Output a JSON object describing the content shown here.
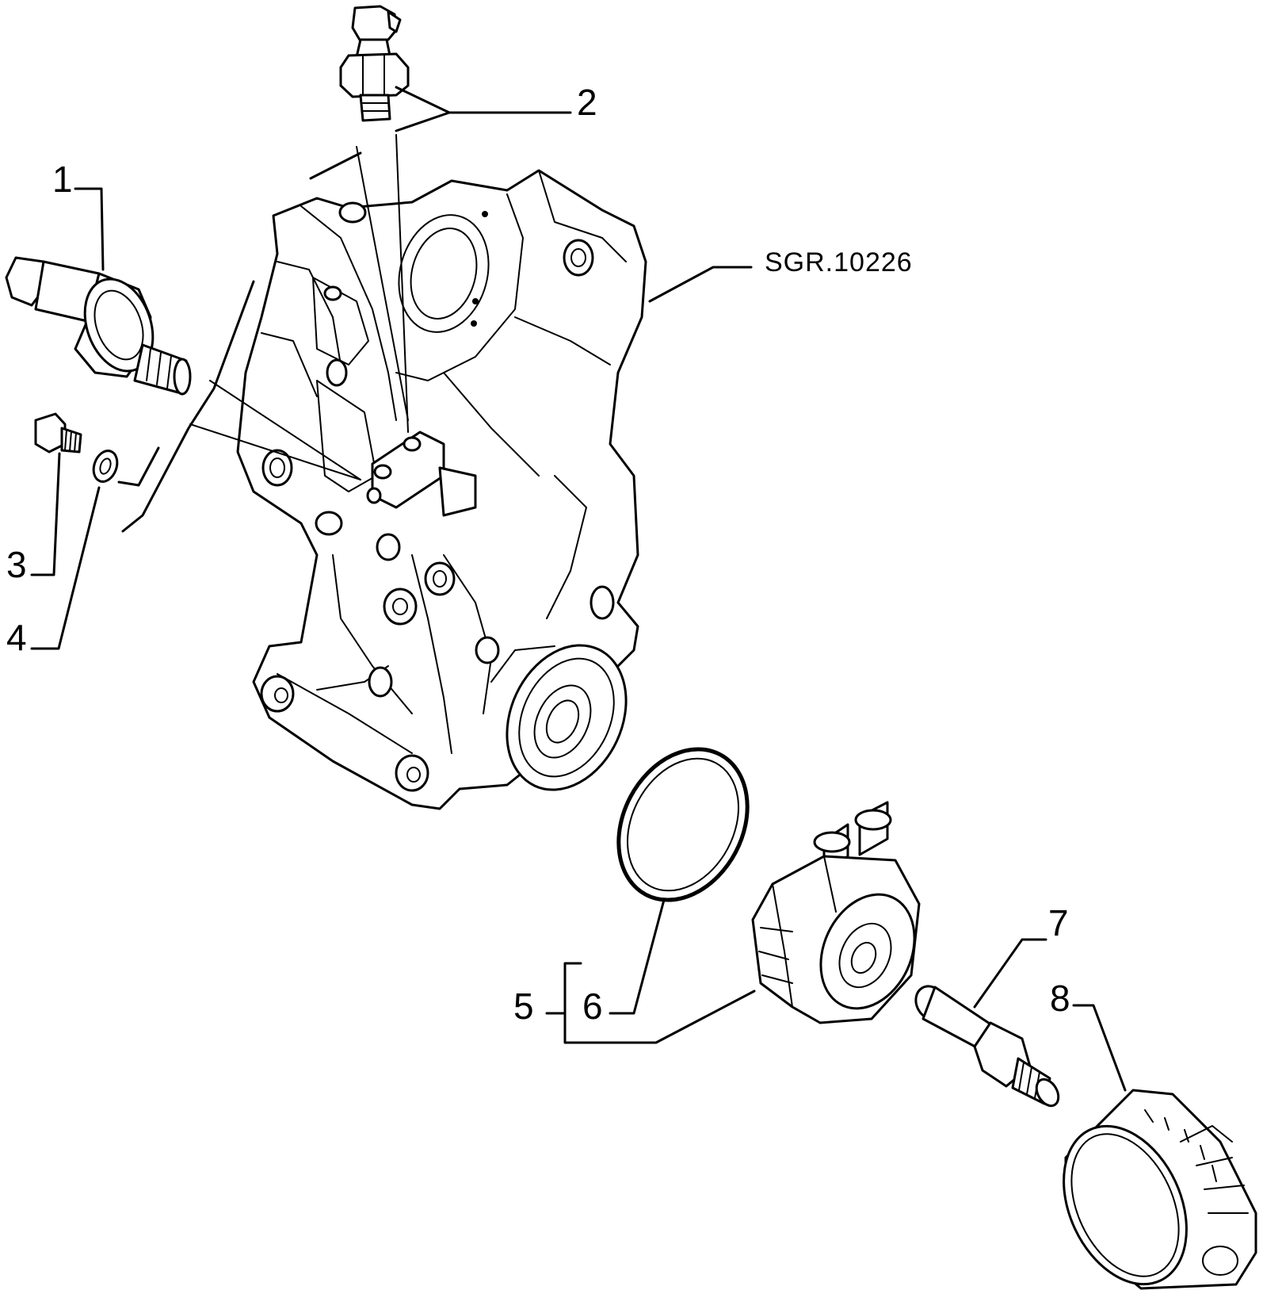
{
  "reference_code": "SGR.10226",
  "callouts": {
    "c1": "1",
    "c2": "2",
    "c3": "3",
    "c4": "4",
    "c5": "5",
    "c6": "6",
    "c7": "7",
    "c8": "8"
  },
  "colors": {
    "line": "#000000",
    "background": "#ffffff"
  }
}
